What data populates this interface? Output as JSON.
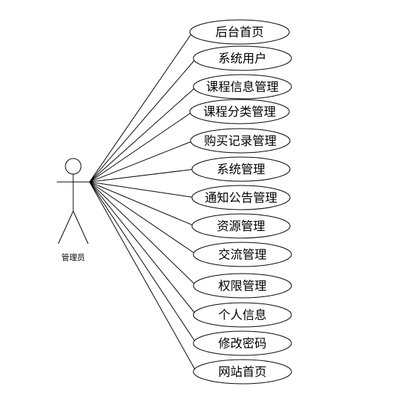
{
  "actor": {
    "label": "管理员"
  },
  "use_cases": [
    {
      "label": "后台首页"
    },
    {
      "label": "系统用户"
    },
    {
      "label": "课程信息管理"
    },
    {
      "label": "课程分类管理"
    },
    {
      "label": "购买记录管理"
    },
    {
      "label": "系统管理"
    },
    {
      "label": "通知公告管理"
    },
    {
      "label": "资源管理"
    },
    {
      "label": "交流管理"
    },
    {
      "label": "权限管理"
    },
    {
      "label": "个人信息"
    },
    {
      "label": "修改密码"
    },
    {
      "label": "网站首页"
    }
  ]
}
